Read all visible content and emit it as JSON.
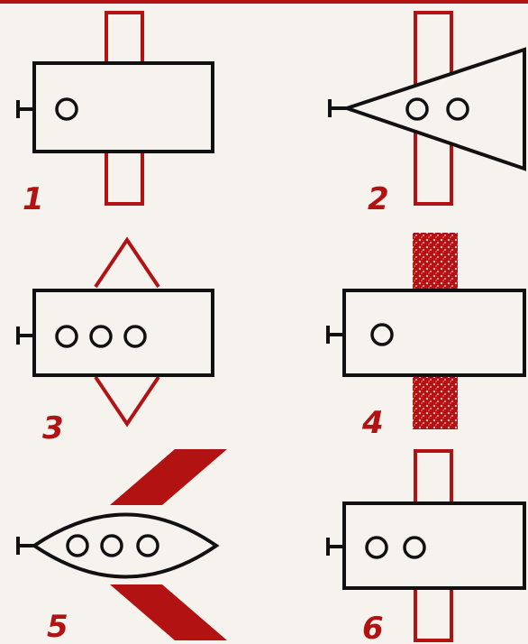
{
  "colors": {
    "red": "#b31212",
    "black": "#111111",
    "paper": "#f6f3ef"
  },
  "figures": [
    {
      "label": "1",
      "body": "rectangle",
      "portholes": 1,
      "wing": "straight-outline"
    },
    {
      "label": "2",
      "body": "triangle",
      "portholes": 2,
      "wing": "straight-outline"
    },
    {
      "label": "3",
      "body": "rectangle",
      "portholes": 3,
      "wing": "diamond-outline"
    },
    {
      "label": "4",
      "body": "rectangle",
      "portholes": 1,
      "wing": "straight-textured"
    },
    {
      "label": "5",
      "body": "lens",
      "portholes": 3,
      "wing": "swept-solid"
    },
    {
      "label": "6",
      "body": "rectangle",
      "portholes": 2,
      "wing": "straight-outline"
    }
  ]
}
